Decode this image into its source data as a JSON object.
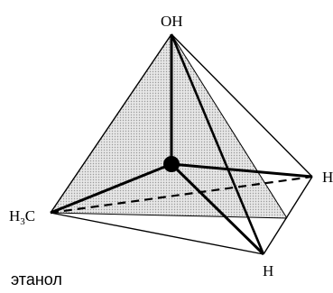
{
  "diagram": {
    "atoms": {
      "top": "OH",
      "left_main": "H",
      "left_sub": "3",
      "left_tail": "C",
      "right": "H",
      "bottom": "H"
    },
    "caption": "этанол",
    "colors": {
      "stroke": "#000000",
      "shade": "#cfcfcf",
      "background": "#ffffff"
    }
  }
}
